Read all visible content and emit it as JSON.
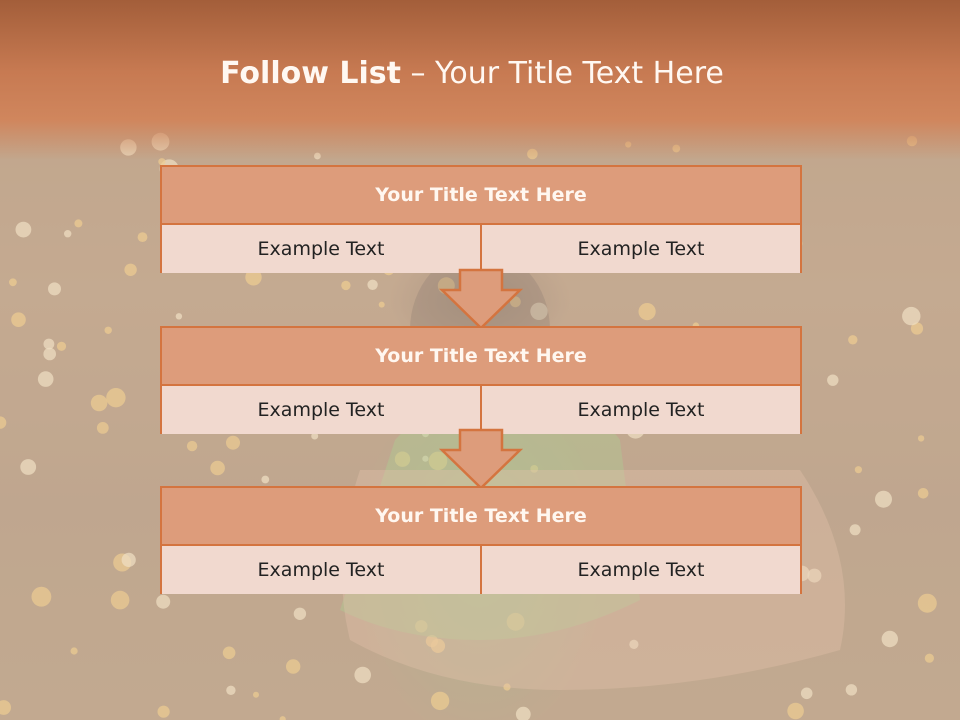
{
  "slide": {
    "title_bold": "Follow List",
    "title_rest": " – Your Title Text Here"
  },
  "cards": [
    {
      "title": "Your Title Text Here",
      "left": "Example Text",
      "right": "Example Text"
    },
    {
      "title": "Your Title Text Here",
      "left": "Example Text",
      "right": "Example Text"
    },
    {
      "title": "Your Title Text Here",
      "left": "Example Text",
      "right": "Example Text"
    }
  ],
  "colors": {
    "accent": "#d4743f",
    "header": "#c77a52",
    "card_title_fill": "#dd9c7b",
    "card_cell_fill": "#f1d9cf"
  }
}
